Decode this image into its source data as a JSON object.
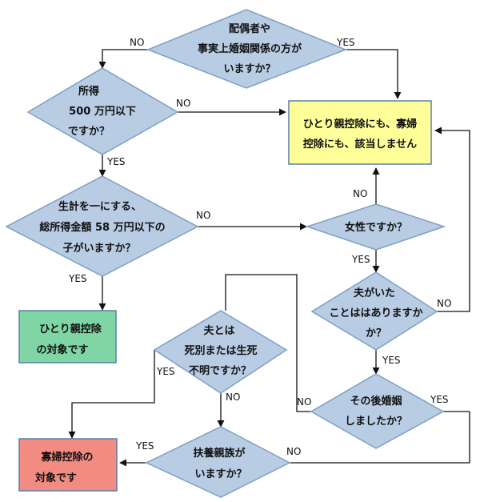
{
  "nodes": {
    "q_spouse": [
      "配偶者や",
      "事実上婚姻関係の方が",
      "いますか？"
    ],
    "q_income": [
      "所得",
      "500 万円以下",
      "ですか？"
    ],
    "q_child": [
      "生計を一にする、",
      "総所得金額 58 万円以下の",
      "子がいますか？"
    ],
    "r_none": [
      "ひとり親控除にも、寡婦",
      "控除にも、該当しません"
    ],
    "q_female": [
      "女性ですか？"
    ],
    "r_hitori": [
      "ひとり親控除",
      "の対象です"
    ],
    "q_husband": [
      "夫がいた",
      "ことははありますか",
      "か？"
    ],
    "q_husband_death": [
      "夫とは",
      "死別または生死",
      "不明ですか？"
    ],
    "q_remarried": [
      "その後婚姻",
      "しましたか？"
    ],
    "q_dependents": [
      "扶養親族が",
      "いますか？"
    ],
    "r_widow": [
      "寡婦控除の",
      "対象です"
    ]
  },
  "labels": {
    "spouse_no": "NO",
    "spouse_yes": "YES",
    "income_no": "NO",
    "income_yes": "YES",
    "child_no": "NO",
    "child_yes": "YES",
    "female_no": "NO",
    "female_yes": "YES",
    "husband_no": "NO",
    "husband_yes": "YES",
    "death_yes": "YES",
    "death_no": "NO",
    "remarried_no": "NO",
    "remarried_yes": "YES",
    "dependents_yes": "YES",
    "dependents_no": "NO"
  },
  "colors": {
    "diamond_fill": "#b8cce4",
    "diamond_stroke": "#7f9fc2",
    "result_none_fill": "#ffff99",
    "result_hitori_fill": "#7fd6a4",
    "result_widow_fill": "#f28b82",
    "box_stroke": "#5b7fa8",
    "line": "#111111"
  }
}
